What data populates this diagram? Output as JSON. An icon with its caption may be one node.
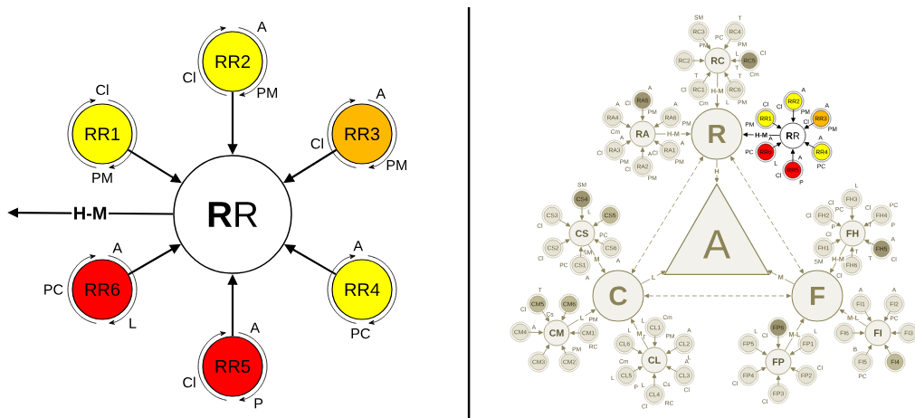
{
  "diagram": {
    "nodes": [
      {
        "text": [
          "**R**R"
        ]
      },
      {
        "text": [
          "RR1"
        ],
        "beside": [
          "Cl",
          "PM"
        ]
      },
      {
        "text": [
          "RR2"
        ],
        "beside": [
          "A",
          "Cl",
          "PM"
        ]
      },
      {
        "text": [
          "RR3"
        ],
        "beside": [
          "A",
          "Cl",
          "PM"
        ]
      },
      {
        "text": [
          "RR4"
        ],
        "beside": [
          "A",
          "PC"
        ]
      },
      {
        "text": [
          "RR5"
        ],
        "beside": [
          "A",
          "Cl",
          "P"
        ]
      },
      {
        "text": [
          "RR6"
        ],
        "beside": [
          "A",
          "PC",
          "L"
        ]
      },
      {
        "text": [
          "R"
        ]
      },
      {
        "text": [
          "A"
        ]
      },
      {
        "text": [
          "C"
        ]
      },
      {
        "text": [
          "F"
        ]
      },
      {
        "text": [
          "RC"
        ]
      },
      {
        "text": [
          "RC1"
        ],
        "beside": [
          "T",
          "Cl",
          "Cm"
        ]
      },
      {
        "text": [
          "RC2"
        ]
      },
      {
        "text": [
          "RC3"
        ],
        "beside": [
          "SM",
          "PM"
        ]
      },
      {
        "text": [
          "RC4"
        ],
        "beside": [
          "T",
          "PC",
          "PM"
        ]
      },
      {
        "text": [
          "RC5"
        ],
        "beside": [
          "L",
          "Cl",
          "T",
          "Cm"
        ]
      },
      {
        "text": [
          "RC6"
        ],
        "beside": [
          "T",
          "L",
          "PM"
        ]
      },
      {
        "text": [
          "RA"
        ]
      },
      {
        "text": [
          "RA1"
        ],
        "beside": [
          "A",
          "Cl",
          "PM"
        ]
      },
      {
        "text": [
          "RA2"
        ],
        "beside": [
          "A",
          "Cl",
          "PM"
        ]
      },
      {
        "text": [
          "RA3"
        ],
        "beside": [
          "A",
          "Cl",
          "PM"
        ]
      },
      {
        "text": [
          "RA4"
        ],
        "beside": [
          "A",
          "Cm"
        ]
      },
      {
        "text": [
          "RA5"
        ],
        "beside": [
          "A",
          "Cl",
          "PM"
        ]
      },
      {
        "text": [
          "RA6"
        ],
        "beside": [
          "A",
          "PM"
        ]
      },
      {
        "text": [
          "**R**R"
        ]
      },
      {
        "text": [
          "RR1"
        ],
        "beside": [
          "Cl",
          "PM"
        ]
      },
      {
        "text": [
          "RR2"
        ],
        "beside": [
          "A",
          "Cl",
          "PM"
        ]
      },
      {
        "text": [
          "RR3"
        ],
        "beside": [
          "A",
          "Cl",
          "PM"
        ]
      },
      {
        "text": [
          "RR4"
        ],
        "beside": [
          "A",
          "PC"
        ]
      },
      {
        "text": [
          "RR5"
        ],
        "beside": [
          "A",
          "Cl",
          "P"
        ]
      },
      {
        "text": [
          "RR6"
        ],
        "beside": [
          "A",
          "PC",
          "L"
        ]
      },
      {
        "text": [
          "CS"
        ]
      },
      {
        "text": [
          "CS1"
        ],
        "beside": [
          "SM",
          "PC",
          "A"
        ]
      },
      {
        "text": [
          "CS2"
        ],
        "beside": [
          "Cl"
        ]
      },
      {
        "text": [
          "CS3"
        ],
        "beside": [
          "Cl"
        ]
      },
      {
        "text": [
          "CS4"
        ],
        "beside": [
          "SM",
          "L"
        ]
      },
      {
        "text": [
          "CS5"
        ]
      },
      {
        "text": [
          "CS6"
        ],
        "beside": [
          "PC",
          "A"
        ]
      },
      {
        "text": [
          "CM"
        ]
      },
      {
        "text": [
          "CM1"
        ],
        "beside": [
          "PM",
          "RC"
        ]
      },
      {
        "text": [
          "CM2"
        ],
        "beside": [
          "PM"
        ]
      },
      {
        "text": [
          "CM3"
        ]
      },
      {
        "text": [
          "CM4"
        ],
        "beside": [
          "A"
        ]
      },
      {
        "text": [
          "CM5"
        ],
        "beside": [
          "T",
          "Cl",
          "Cs"
        ]
      },
      {
        "text": [
          "CM6"
        ]
      },
      {
        "text": [
          "CL"
        ]
      },
      {
        "text": [
          "CL1"
        ],
        "beside": [
          "L",
          "Cm",
          "PM",
          "T"
        ]
      },
      {
        "text": [
          "CL2"
        ],
        "beside": [
          "A",
          "L"
        ]
      },
      {
        "text": [
          "CL3"
        ],
        "beside": [
          "A",
          "Cl"
        ]
      },
      {
        "text": [
          "CL4"
        ],
        "beside": [
          "L",
          "Cs",
          "Cl",
          "RC"
        ]
      },
      {
        "text": [
          "CL5"
        ],
        "beside": [
          "Cm",
          "L",
          "P"
        ]
      },
      {
        "text": [
          "CL6"
        ],
        "beside": [
          "L"
        ]
      },
      {
        "text": [
          "FH"
        ]
      },
      {
        "text": [
          "FH1"
        ],
        "beside": [
          "Cl",
          "SM"
        ]
      },
      {
        "text": [
          "FH2"
        ],
        "beside": [
          "Cl",
          "Cl",
          "P"
        ]
      },
      {
        "text": [
          "FH3"
        ],
        "beside": [
          "L",
          "PC"
        ]
      },
      {
        "text": [
          "FH4"
        ],
        "beside": [
          "Cl",
          "PC",
          "T",
          "P"
        ]
      },
      {
        "text": [
          "FH5"
        ],
        "beside": [
          "L",
          "A",
          "T",
          "Cl"
        ]
      },
      {
        "text": [
          "FH6"
        ],
        "beside": [
          "T",
          "Cl"
        ]
      },
      {
        "text": [
          "FI"
        ]
      },
      {
        "text": [
          "FI1"
        ],
        "beside": [
          "A"
        ]
      },
      {
        "text": [
          "FI2"
        ],
        "beside": [
          "A",
          "PC"
        ]
      },
      {
        "text": [
          "FI3"
        ]
      },
      {
        "text": [
          "FI4"
        ]
      },
      {
        "text": [
          "FI5"
        ],
        "beside": [
          "B",
          "PC"
        ]
      },
      {
        "text": [
          "FI6"
        ]
      },
      {
        "text": [
          "FP"
        ]
      },
      {
        "text": [
          "FP1"
        ],
        "beside": [
          "L"
        ]
      },
      {
        "text": [
          "FP2"
        ],
        "beside": [
          "Cl"
        ]
      },
      {
        "text": [
          "FP3"
        ],
        "beside": [
          "Cl"
        ]
      },
      {
        "text": [
          "FP4"
        ],
        "beside": [
          "Cl"
        ]
      },
      {
        "text": [
          "FP5"
        ],
        "beside": [
          "L"
        ]
      },
      {
        "text": [
          "FP6"
        ],
        "beside": [
          "Cl"
        ]
      }
    ],
    "edges": [
      {
        "from": 1,
        "to": 0,
        "arrow": "to",
        "color": "#000000"
      },
      {
        "from": 2,
        "to": 0,
        "arrow": "to",
        "color": "#000000"
      },
      {
        "from": 3,
        "to": 0,
        "arrow": "to",
        "color": "#000000"
      },
      {
        "from": 4,
        "to": 0,
        "arrow": "to",
        "color": "#000000"
      },
      {
        "from": 5,
        "to": 0,
        "arrow": "to",
        "color": "#000000"
      },
      {
        "from": 6,
        "to": 0,
        "arrow": "to",
        "color": "#000000"
      },
      {
        "from": 0,
        "to": null,
        "arrow": "to",
        "label": "H-M",
        "color": "#000000"
      },
      {
        "from": 7,
        "to": 8,
        "arrow": "to",
        "label": "H"
      },
      {
        "from": 9,
        "to": 8,
        "arrow": "to",
        "label": "L"
      },
      {
        "from": 10,
        "to": 8,
        "arrow": "to",
        "label": "M"
      },
      {
        "from": 7,
        "to": 9,
        "arrow": "both",
        "style": "dashed"
      },
      {
        "from": 7,
        "to": 10,
        "arrow": "both",
        "style": "dashed"
      },
      {
        "from": 9,
        "to": 10,
        "arrow": "both",
        "style": "dashed"
      },
      {
        "from": 11,
        "to": 7,
        "arrow": "to",
        "label": "H-M"
      },
      {
        "from": 12,
        "to": 11,
        "arrow": "to"
      },
      {
        "from": 13,
        "to": 11,
        "arrow": "to"
      },
      {
        "from": 14,
        "to": 11,
        "arrow": "to"
      },
      {
        "from": 15,
        "to": 11,
        "arrow": "to"
      },
      {
        "from": 16,
        "to": 11,
        "arrow": "to"
      },
      {
        "from": 17,
        "to": 11,
        "arrow": "to"
      },
      {
        "from": 18,
        "to": 7,
        "arrow": "to",
        "label": "H-M"
      },
      {
        "from": 19,
        "to": 18,
        "arrow": "to"
      },
      {
        "from": 20,
        "to": 18,
        "arrow": "to"
      },
      {
        "from": 21,
        "to": 18,
        "arrow": "to"
      },
      {
        "from": 22,
        "to": 18,
        "arrow": "to"
      },
      {
        "from": 23,
        "to": 18,
        "arrow": "to"
      },
      {
        "from": 24,
        "to": 18,
        "arrow": "to"
      },
      {
        "from": 25,
        "to": 7,
        "arrow": "to",
        "label": "H-M",
        "color": "#000000"
      },
      {
        "from": 26,
        "to": 25,
        "arrow": "to",
        "color": "#000000"
      },
      {
        "from": 27,
        "to": 25,
        "arrow": "to",
        "color": "#000000"
      },
      {
        "from": 28,
        "to": 25,
        "arrow": "to",
        "color": "#000000"
      },
      {
        "from": 29,
        "to": 25,
        "arrow": "to",
        "color": "#000000"
      },
      {
        "from": 30,
        "to": 25,
        "arrow": "to",
        "color": "#000000"
      },
      {
        "from": 31,
        "to": 25,
        "arrow": "to",
        "color": "#000000"
      },
      {
        "from": 32,
        "to": 9,
        "arrow": "to",
        "label": "M"
      },
      {
        "from": 33,
        "to": 32,
        "arrow": "to"
      },
      {
        "from": 34,
        "to": 32,
        "arrow": "to"
      },
      {
        "from": 35,
        "to": 32,
        "arrow": "to"
      },
      {
        "from": 36,
        "to": 32,
        "arrow": "to"
      },
      {
        "from": 37,
        "to": 32,
        "arrow": "to"
      },
      {
        "from": 38,
        "to": 32,
        "arrow": "to"
      },
      {
        "from": 39,
        "to": 9,
        "arrow": "to",
        "label": "L"
      },
      {
        "from": 40,
        "to": 39,
        "arrow": "to"
      },
      {
        "from": 41,
        "to": 39,
        "arrow": "to"
      },
      {
        "from": 42,
        "to": 39,
        "arrow": "to"
      },
      {
        "from": 43,
        "to": 39,
        "arrow": "to"
      },
      {
        "from": 44,
        "to": 39,
        "arrow": "to"
      },
      {
        "from": 45,
        "to": 39,
        "arrow": "to"
      },
      {
        "from": 46,
        "to": 9,
        "arrow": "to",
        "label": "M"
      },
      {
        "from": 47,
        "to": 46,
        "arrow": "to"
      },
      {
        "from": 48,
        "to": 46,
        "arrow": "to"
      },
      {
        "from": 49,
        "to": 46,
        "arrow": "to"
      },
      {
        "from": 50,
        "to": 46,
        "arrow": "to"
      },
      {
        "from": 51,
        "to": 46,
        "arrow": "to"
      },
      {
        "from": 52,
        "to": 46,
        "arrow": "to"
      },
      {
        "from": 53,
        "to": 10,
        "arrow": "to",
        "label": "H-M"
      },
      {
        "from": 54,
        "to": 53,
        "arrow": "to"
      },
      {
        "from": 55,
        "to": 53,
        "arrow": "to"
      },
      {
        "from": 56,
        "to": 53,
        "arrow": "to"
      },
      {
        "from": 57,
        "to": 53,
        "arrow": "to"
      },
      {
        "from": 58,
        "to": 53,
        "arrow": "to"
      },
      {
        "from": 59,
        "to": 53,
        "arrow": "to"
      },
      {
        "from": 60,
        "to": 10,
        "arrow": "to",
        "label": "M-L"
      },
      {
        "from": 61,
        "to": 60,
        "arrow": "to"
      },
      {
        "from": 62,
        "to": 60,
        "arrow": "to"
      },
      {
        "from": 63,
        "to": 60,
        "arrow": "to"
      },
      {
        "from": 64,
        "to": 60,
        "arrow": "to"
      },
      {
        "from": 65,
        "to": 60,
        "arrow": "to"
      },
      {
        "from": 66,
        "to": 60,
        "arrow": "to"
      },
      {
        "from": 67,
        "to": 10,
        "arrow": "to",
        "label": "M-L"
      },
      {
        "from": 68,
        "to": 67,
        "arrow": "to"
      },
      {
        "from": 69,
        "to": 67,
        "arrow": "to"
      },
      {
        "from": 70,
        "to": 67,
        "arrow": "to"
      },
      {
        "from": 71,
        "to": 67,
        "arrow": "to"
      },
      {
        "from": 72,
        "to": 67,
        "arrow": "to"
      },
      {
        "from": 73,
        "to": 67,
        "arrow": "to"
      }
    ]
  }
}
